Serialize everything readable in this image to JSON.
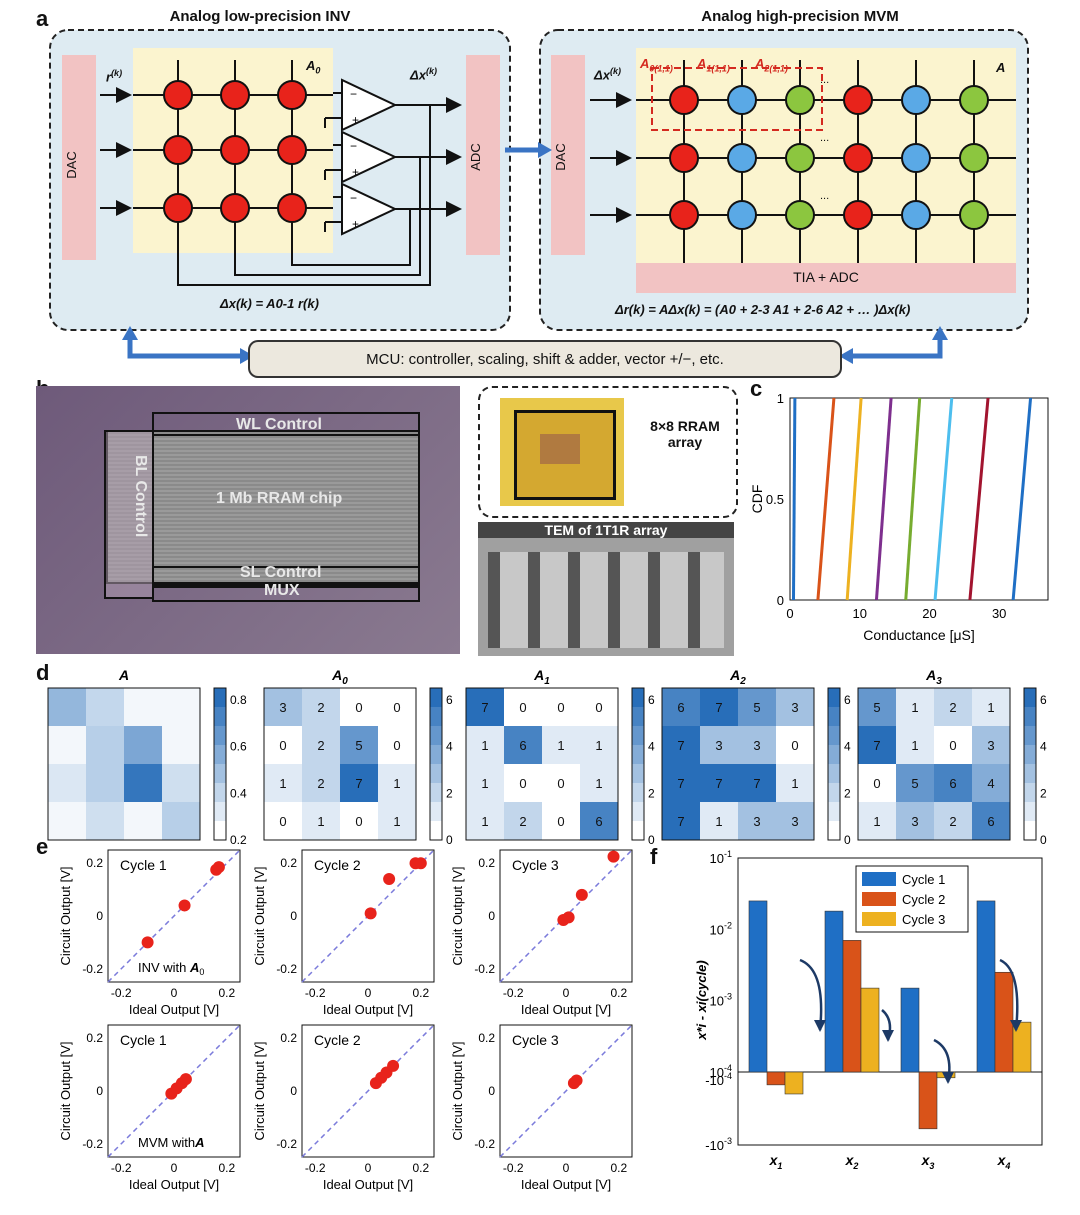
{
  "labels": {
    "a": "a",
    "b": "b",
    "c": "c",
    "d": "d",
    "e": "e",
    "f": "f"
  },
  "panel_a": {
    "left_title": "Analog low-precision INV",
    "right_title": "Analog high-precision MVM",
    "dac": "DAC",
    "adc": "ADC",
    "tia_adc": "TIA + ADC",
    "r_label": "r",
    "r_sup": "(k)",
    "dx_label": "Δx",
    "dx_sup": "(k)",
    "A0_label": "A",
    "A0_sub": "0",
    "A_label": "A",
    "A01": "A",
    "A01_sub": "0(1,1)",
    "A11_sub": "1(1,1)",
    "A21_sub": "2(1,1)",
    "dots": "...",
    "left_eq": "Δx(k) = A0-1 r(k)",
    "right_eq": "Δr(k) = AΔx(k) = (A0 + 2-3 A1 + 2-6 A2 + … )Δx(k)",
    "mcu": "MCU: controller, scaling, shift & adder, vector +/−, etc.",
    "colors": {
      "red": "#e8231b",
      "blue": "#5aa9e6",
      "green": "#8cc63f",
      "accent": "#d42a20"
    }
  },
  "panel_b": {
    "wl": "WL Control",
    "bl": "BL Control",
    "chip": "1 Mb RRAM chip",
    "sl": "SL Control",
    "mux": "MUX",
    "array": "8×8 RRAM array",
    "tem": "TEM of 1T1R array"
  },
  "chart_data": [
    {
      "type": "line",
      "panel": "c",
      "xlabel": "Conductance [μS]",
      "ylabel": "CDF",
      "xlim": [
        0,
        37
      ],
      "ylim": [
        0,
        1
      ],
      "xticks": [
        0,
        10,
        20,
        30
      ],
      "yticks": [
        0,
        0.5,
        1
      ],
      "series": [
        {
          "color": "#1f6fc5",
          "x": [
            0.5,
            0.7
          ],
          "y": [
            0,
            1
          ]
        },
        {
          "color": "#d95319",
          "x": [
            4.0,
            6.3
          ],
          "y": [
            0,
            1
          ]
        },
        {
          "color": "#edb120",
          "x": [
            8.2,
            10.2
          ],
          "y": [
            0,
            1
          ]
        },
        {
          "color": "#7e2f8e",
          "x": [
            12.4,
            14.5
          ],
          "y": [
            0,
            1
          ]
        },
        {
          "color": "#77ac30",
          "x": [
            16.6,
            18.6
          ],
          "y": [
            0,
            1
          ]
        },
        {
          "color": "#4dbeee",
          "x": [
            20.8,
            23.2
          ],
          "y": [
            0,
            1
          ]
        },
        {
          "color": "#a2142f",
          "x": [
            25.8,
            28.4
          ],
          "y": [
            0,
            1
          ]
        },
        {
          "color": "#1f6fc5",
          "x": [
            32.0,
            34.5
          ],
          "y": [
            0,
            1
          ]
        }
      ]
    },
    {
      "type": "heatmap",
      "panel": "d",
      "title": "A",
      "colorbar_ticks": [
        "0.8",
        "0.6",
        "0.4",
        "0.2"
      ],
      "vmax": 0.9,
      "values": [
        [
          0.45,
          0.25,
          0.05,
          0.05
        ],
        [
          0.05,
          0.3,
          0.55,
          0.05
        ],
        [
          0.15,
          0.3,
          0.85,
          0.2
        ],
        [
          0.05,
          0.2,
          0.05,
          0.3
        ]
      ]
    },
    {
      "type": "heatmap",
      "panel": "d",
      "title": "A0",
      "colorbar_ticks": [
        "6",
        "4",
        "2",
        "0"
      ],
      "vmax": 7,
      "values": [
        [
          3,
          2,
          0,
          0
        ],
        [
          0,
          2,
          5,
          0
        ],
        [
          1,
          2,
          7,
          1
        ],
        [
          0,
          1,
          0,
          1
        ]
      ]
    },
    {
      "type": "heatmap",
      "panel": "d",
      "title": "A1",
      "colorbar_ticks": [
        "6",
        "4",
        "2",
        "0"
      ],
      "vmax": 7,
      "values": [
        [
          7,
          0,
          0,
          0
        ],
        [
          1,
          6,
          1,
          1
        ],
        [
          1,
          0,
          0,
          1
        ],
        [
          1,
          2,
          0,
          6
        ]
      ]
    },
    {
      "type": "heatmap",
      "panel": "d",
      "title": "A2",
      "colorbar_ticks": [
        "6",
        "4",
        "2",
        "0"
      ],
      "vmax": 7,
      "values": [
        [
          6,
          7,
          5,
          3
        ],
        [
          7,
          3,
          3,
          0
        ],
        [
          7,
          7,
          7,
          1
        ],
        [
          7,
          1,
          3,
          3
        ]
      ]
    },
    {
      "type": "heatmap",
      "panel": "d",
      "title": "A3",
      "colorbar_ticks": [
        "6",
        "4",
        "2",
        "0"
      ],
      "vmax": 7,
      "values": [
        [
          5,
          1,
          2,
          1
        ],
        [
          7,
          1,
          0,
          3
        ],
        [
          0,
          5,
          6,
          4
        ],
        [
          1,
          3,
          2,
          6
        ]
      ]
    },
    {
      "type": "scatter",
      "panel": "e",
      "title": "Cycle 1",
      "note": "INV with A0",
      "xlabel": "Ideal Output [V]",
      "ylabel": "Circuit Output [V]",
      "xlim": [
        -0.25,
        0.25
      ],
      "ylim": [
        -0.25,
        0.25
      ],
      "ticks": [
        "-0.2",
        "0",
        "0.2"
      ],
      "points": [
        [
          -0.1,
          -0.1
        ],
        [
          0.04,
          0.04
        ],
        [
          0.16,
          0.175
        ],
        [
          0.17,
          0.185
        ]
      ]
    },
    {
      "type": "scatter",
      "panel": "e",
      "title": "Cycle 2",
      "xlabel": "Ideal Output [V]",
      "ylabel": "Circuit Output [V]",
      "xlim": [
        -0.25,
        0.25
      ],
      "ylim": [
        -0.25,
        0.25
      ],
      "ticks": [
        "-0.2",
        "0",
        "0.2"
      ],
      "points": [
        [
          0.01,
          0.01
        ],
        [
          0.08,
          0.14
        ],
        [
          0.18,
          0.2
        ],
        [
          0.2,
          0.2
        ]
      ]
    },
    {
      "type": "scatter",
      "panel": "e",
      "title": "Cycle 3",
      "xlabel": "Ideal Output [V]",
      "ylabel": "Circuit Output [V]",
      "xlim": [
        -0.25,
        0.25
      ],
      "ylim": [
        -0.25,
        0.25
      ],
      "ticks": [
        "-0.2",
        "0",
        "0.2"
      ],
      "points": [
        [
          -0.01,
          -0.015
        ],
        [
          0.01,
          -0.005
        ],
        [
          0.06,
          0.08
        ],
        [
          0.18,
          0.225
        ]
      ]
    },
    {
      "type": "scatter",
      "panel": "e",
      "title": "Cycle 1",
      "note": "MVM with A",
      "xlabel": "Ideal Output [V]",
      "ylabel": "Circuit Output [V]",
      "xlim": [
        -0.25,
        0.25
      ],
      "ylim": [
        -0.25,
        0.25
      ],
      "ticks": [
        "-0.2",
        "0",
        "0.2"
      ],
      "points": [
        [
          -0.01,
          -0.01
        ],
        [
          0.01,
          0.01
        ],
        [
          0.03,
          0.03
        ],
        [
          0.045,
          0.045
        ]
      ]
    },
    {
      "type": "scatter",
      "panel": "e",
      "title": "Cycle 2",
      "xlabel": "Ideal Output [V]",
      "ylabel": "Circuit Output [V]",
      "xlim": [
        -0.25,
        0.25
      ],
      "ylim": [
        -0.25,
        0.25
      ],
      "ticks": [
        "-0.2",
        "0",
        "0.2"
      ],
      "points": [
        [
          0.03,
          0.03
        ],
        [
          0.05,
          0.05
        ],
        [
          0.07,
          0.07
        ],
        [
          0.095,
          0.095
        ]
      ]
    },
    {
      "type": "scatter",
      "panel": "e",
      "title": "Cycle 3",
      "xlabel": "Ideal Output [V]",
      "ylabel": "Circuit Output [V]",
      "xlim": [
        -0.25,
        0.25
      ],
      "ylim": [
        -0.25,
        0.25
      ],
      "ticks": [
        "-0.2",
        "0",
        "0.2"
      ],
      "points": [
        [
          0.03,
          0.03
        ],
        [
          0.04,
          0.04
        ]
      ]
    },
    {
      "type": "bar",
      "panel": "f",
      "ylabel": "x*i - xi(cycle)",
      "categories": [
        "x1",
        "x2",
        "x3",
        "x4"
      ],
      "cat_main": "x",
      "cat_subs": [
        "1",
        "2",
        "3",
        "4"
      ],
      "yticks_pos": [
        "10-1",
        "10-2",
        "10-3",
        "10-4"
      ],
      "yticks_neg": [
        "-10-4",
        "-10-3"
      ],
      "series": [
        {
          "name": "Cycle 1",
          "color": "#1f6fc5",
          "values": [
            0.025,
            0.018,
            0.0015,
            0.025
          ]
        },
        {
          "name": "Cycle 2",
          "color": "#d95319",
          "values": [
            -0.00015,
            0.007,
            -0.0006,
            0.0025
          ]
        },
        {
          "name": "Cycle 3",
          "color": "#edb120",
          "values": [
            -0.0002,
            0.0015,
            -0.00012,
            0.0005
          ]
        }
      ]
    }
  ]
}
